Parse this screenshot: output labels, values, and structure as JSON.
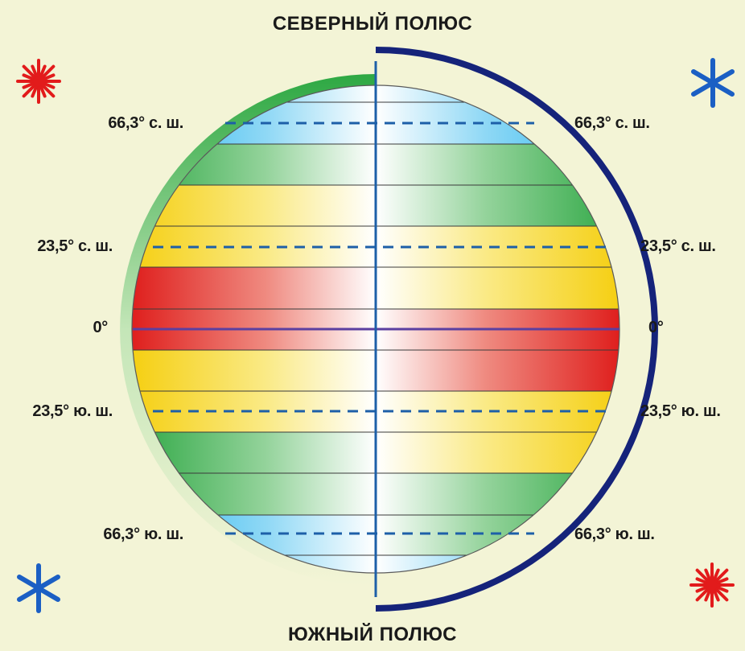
{
  "poles": {
    "north": "СЕВЕРНЫЙ ПОЛЮС",
    "south": "ЮЖНЫЙ ПОЛЮС"
  },
  "left_labels": {
    "n66": "66,3° с. ш.",
    "n23": "23,5° с. ш.",
    "eq": "0°",
    "s23": "23,5° ю. ш.",
    "s66": "66,3° ю. ш."
  },
  "right_labels": {
    "n66": "66,3° с. ш.",
    "n23": "23,5° с. ш.",
    "eq": "0°",
    "s23": "23,5° ю. ш.",
    "s66": "66,3° ю. ш."
  },
  "icons": {
    "top_left": "red-sun-icon",
    "top_right": "blue-snowflake-icon",
    "bottom_left": "blue-snowflake-icon",
    "bottom_right": "red-sun-icon"
  },
  "colors": {
    "background": "#f3f4d6",
    "polar": "#3cc0ee",
    "temperate": "#35b24a",
    "subtropical": "#f7d51c",
    "tropical": "#e0201c",
    "axis": "#1d5fa8",
    "shadow": "#15237a",
    "sun": "#e21b1b",
    "snow": "#1b5fc4"
  }
}
